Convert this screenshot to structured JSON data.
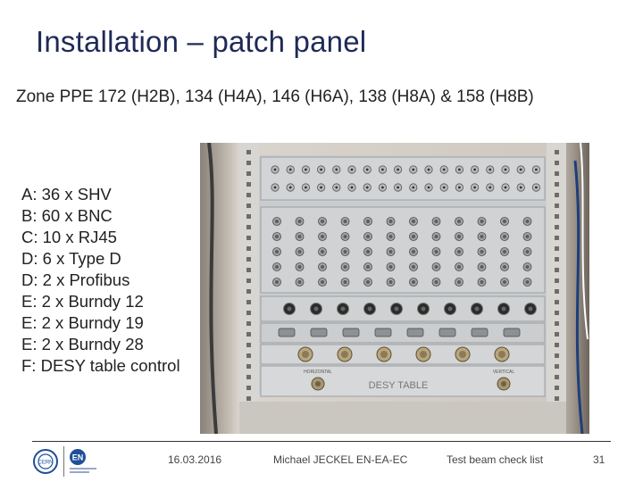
{
  "slide": {
    "title": "Installation – patch panel",
    "subtitle": "Zone PPE 172 (H2B), 134 (H4A), 146 (H6A), 138 (H8A) & 158 (H8B)",
    "items": [
      "A: 36 x SHV",
      "B: 60 x BNC",
      "C: 10 x RJ45",
      "D: 6 x Type D",
      "D: 2 x Profibus",
      "E: 2 x Burndy 12",
      "E: 2 x Burndy 19",
      "E: 2 x Burndy 28",
      "F: DESY table control"
    ]
  },
  "photo": {
    "desy_label": "DESY TABLE",
    "horizontal_label": "HORIZONTAL",
    "vertical_label": "VERTICAL"
  },
  "footer": {
    "date": "16.03.2016",
    "author": "Michael JECKEL EN-EA-EC",
    "document": "Test beam check list",
    "page": "31",
    "logo_cern": "CERN",
    "logo_en": "EN"
  }
}
